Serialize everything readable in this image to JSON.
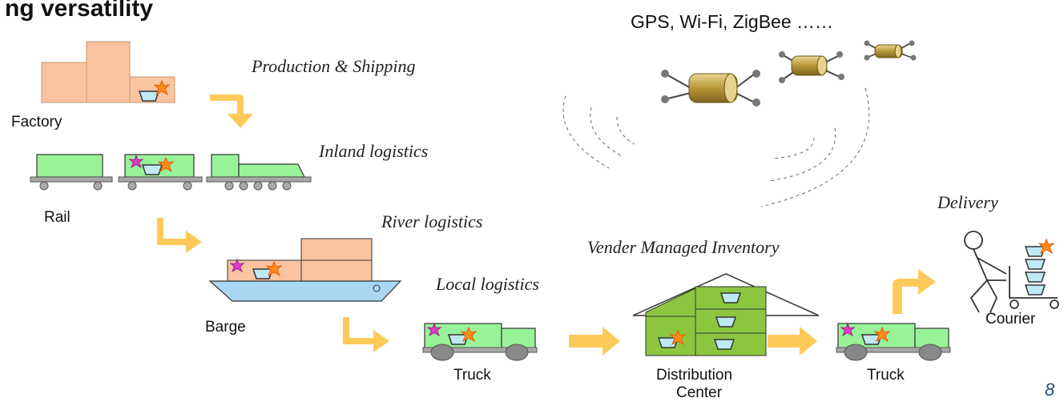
{
  "slide": {
    "title": "ng versatility",
    "technologies": "GPS, Wi-Fi, ZigBee ……",
    "page_number": "8"
  },
  "stages": {
    "production": "Production & Shipping",
    "inland": "Inland logistics",
    "river": "River logistics",
    "local": "Local logistics",
    "vmi": "Vender Managed Inventory",
    "delivery": "Delivery"
  },
  "nodes": {
    "factory": "Factory",
    "rail": "Rail",
    "barge": "Barge",
    "truck_1": "Truck",
    "distribution_line1": "Distribution",
    "distribution_line2": "Center",
    "truck_2": "Truck",
    "courier": "Courier"
  },
  "colors": {
    "factory": "#f9c49f",
    "vehicle": "#98f398",
    "barge_hull": "#a9d6f2",
    "warehouse": "#8cc63f",
    "arrow": "#fdca5a",
    "sensor": "#c8a94b"
  }
}
